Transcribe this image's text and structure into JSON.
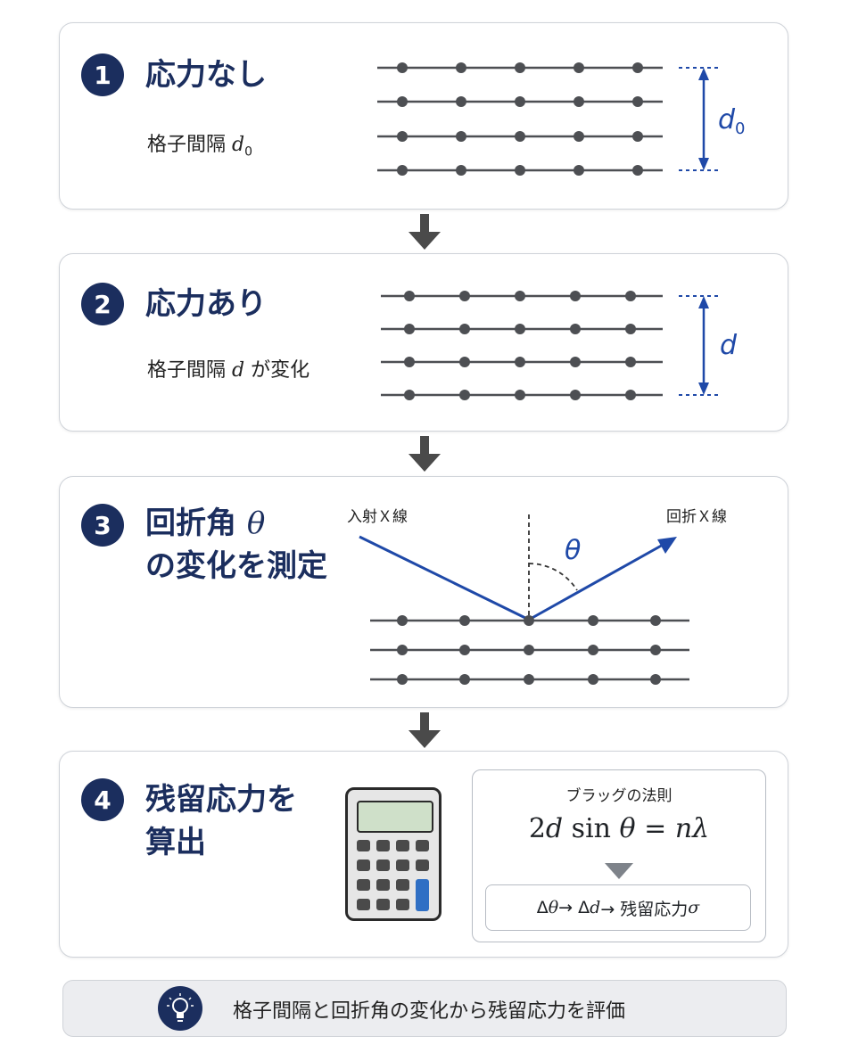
{
  "steps": [
    {
      "number": "1",
      "title": "応力なし",
      "subtitle_prefix": "格子間隔 ",
      "subtitle_var": "d",
      "subtitle_sub": "0",
      "spacing_label": "d",
      "spacing_label_sub": "0"
    },
    {
      "number": "2",
      "title": "応力あり",
      "subtitle_prefix": "格子間隔 ",
      "subtitle_var": "d",
      "subtitle_suffix": " が変化",
      "spacing_label": "d"
    },
    {
      "number": "3",
      "title_line1": "回折角 ",
      "title_var": "θ",
      "title_line2": "の変化を測定",
      "incident_label": "入射Ｘ線",
      "diffracted_label": "回折Ｘ線",
      "angle_label": "θ"
    },
    {
      "number": "4",
      "title_line1": "残留応力を",
      "title_line2": "算出",
      "formula_title": "ブラッグの法則",
      "formula": {
        "a": "2",
        "b": "d",
        "c": " sin ",
        "d": "θ",
        "e": " = ",
        "f": "n",
        "g": "λ"
      },
      "chain": {
        "p1": "Δ",
        "p2": "θ",
        "p3": " → Δ",
        "p4": "d",
        "p5": " → 残留応力 ",
        "p6": "σ"
      }
    }
  ],
  "footer": {
    "text": "格子間隔と回折角の変化から残留応力を評価",
    "icon": "lightbulb-icon"
  },
  "colors": {
    "navy": "#1b2e5e",
    "accent_blue": "#1f49a8",
    "line_gray": "#4d4f53"
  }
}
